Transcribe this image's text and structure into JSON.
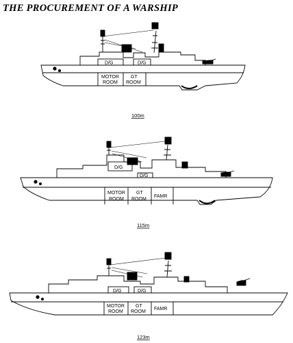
{
  "header": "THE PROCUREMENT OF A WARSHIP",
  "ships": [
    {
      "length_label": "100m",
      "dg_labels": [
        "D/G",
        "D/G"
      ],
      "compartments": [
        {
          "line1": "MOTOR",
          "line2": "ROOM"
        },
        {
          "line1": "GT",
          "line2": "ROOM"
        }
      ]
    },
    {
      "length_label": "115m",
      "dg_labels": [
        "D/G",
        "D/G"
      ],
      "compartments": [
        {
          "line1": "MOTOR",
          "line2": "ROOM"
        },
        {
          "line1": "GT",
          "line2": "ROOM"
        },
        {
          "line1": "FAMR",
          "line2": ""
        }
      ]
    },
    {
      "length_label": "123m",
      "dg_labels": [
        "D/G",
        "D/G"
      ],
      "compartments": [
        {
          "line1": "MOTOR",
          "line2": "ROOM"
        },
        {
          "line1": "GT",
          "line2": "ROOM"
        },
        {
          "line1": "FAMR",
          "line2": ""
        }
      ]
    }
  ]
}
